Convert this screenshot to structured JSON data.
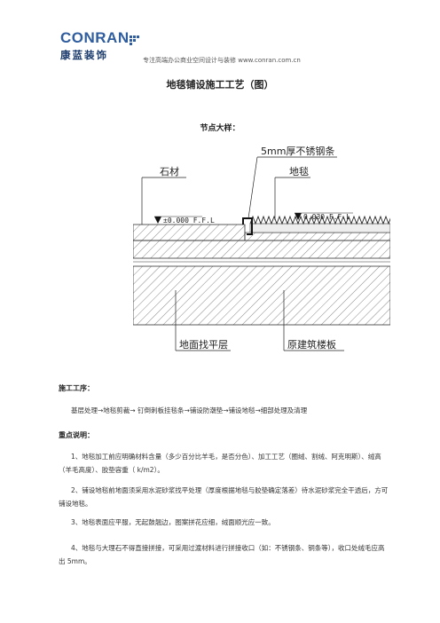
{
  "header": {
    "logo_text": "CONRAN",
    "logo_cn": "康蓝装饰",
    "tagline": "专注高端办公商业空间设计与装修    www.conran.com.cn"
  },
  "title": "地毯铺设施工工艺（图）",
  "diagram": {
    "heading": "节点大样：",
    "labels": {
      "steel": "5mm厚不锈钢条",
      "stone": "石材",
      "carpet": "地毯",
      "level_left": "±0.000 F.F.L",
      "level_right": "0.030 F.F.L",
      "screed": "地面找平层",
      "slab": "原建筑楼板"
    }
  },
  "process": {
    "heading": "施工工序：",
    "text": "基层处理→地毯剪裁→ 钉倒刺板挂毯条→铺设防潮垫→铺设地毯→细部处理及清理"
  },
  "notes": {
    "heading": "重点说明：",
    "items": [
      "1、地毯加工前应明确材料含量（多少百分比羊毛，是否分色）、加工工艺（圈绒、割绒、阿克明斯）、绒高（羊毛高度）、胶垫容重（ k/m2）。",
      "2、铺设地毯前地面须采用水泥砂浆找平处理（厚度根据地毯与胶垫确定落差）待水泥砂浆完全干透后，方可铺设地毯。",
      "3、地毯表面应平服，无起鼓翘边，图案拼花应细，绒面顺光应一致。",
      "4、地毯与大理石不得直接拼接，可采用过渡材料进行拼接收口（如：不锈钢条、铜条等），收口处绒毛应高出 5mm。"
    ]
  }
}
